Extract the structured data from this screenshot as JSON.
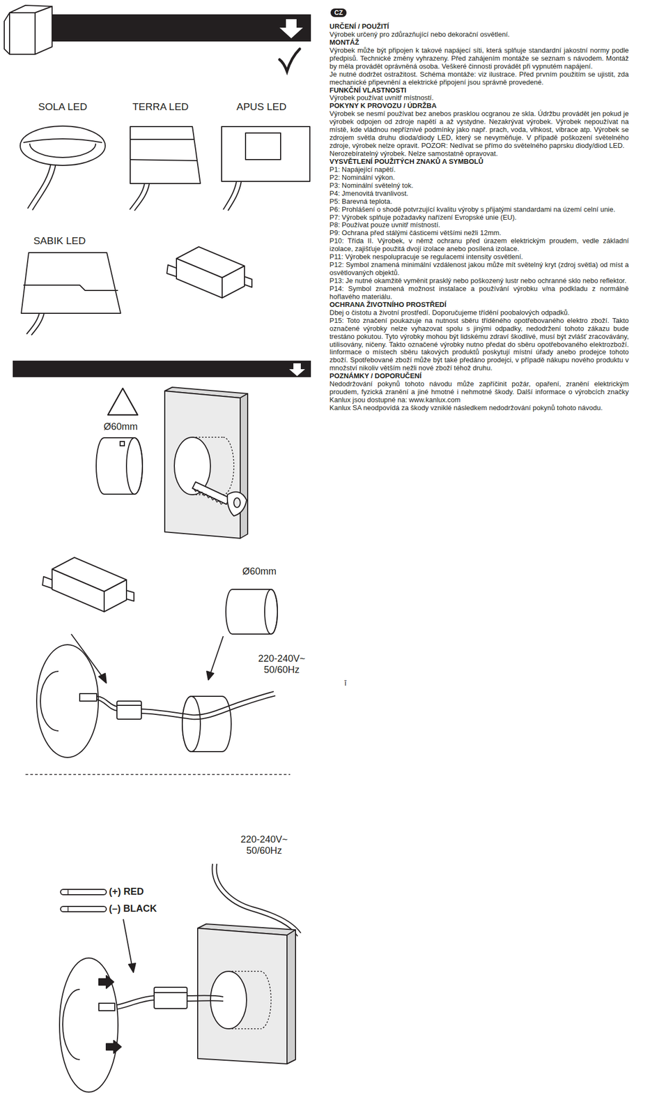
{
  "diagram": {
    "nodes": [
      {
        "text": [
          "CZ"
        ]
      },
      {
        "text": [
          "i"
        ]
      }
    ],
    "labels": [
      "SOLA LED",
      "TERRA LED",
      "APUS LED",
      "SABIK LED",
      "Ø60mm",
      "Ø60mm",
      "220-240V~ 50/60Hz",
      "ī",
      "220-240V~ 50/60Hz",
      "(+) RED",
      "(–) BLACK",
      "URČENÍ / POUŽITÍ",
      "Výrobek určený pro zdůrazňující nebo dekorační osvětlení.",
      "MONTÁŽ",
      "Výrobek může být připojen k takové napájecí síti, která splňuje standardní jakostní normy podle předpisů. Technické změny vyhrazeny. Před zahájením montáže se seznam s návodem. Montáž by měla provádět oprávněná osoba. Veškeré činnosti provádět při vypnutém napájení.",
      "Je nutné dodržet ostražitost. Schéma montáže: viz ilustrace. Před prvním použitím se ujistit, zda mechanické připevnění a elektrické připojení jsou správně provedené.",
      "FUNKČNÍ VLASTNOSTI",
      "Výrobek používat uvnitř místností.",
      "POKYNY K PROVOZU / ÚDRŽBA",
      "Výrobek se nesmí používat bez anebos prasklou ocgranou ze skla. Údržbu provádět jen pokud je výrobek odpojen od zdroje napětí a až vystydne. Nezakrývat výrobek. Výrobek nepoužívat na místě, kde vládnou nepříznivé podmínky jako např. prach, voda, vlhkost, vibrace atp. Výrobek se zdrojem světla druhu dioda/diody LED, který se nevyměňuje. V případě poškození světelného zdroje, výrobek nelze opravit. POZOR: Nedívat se přímo do světelného paprsku diody/diod LED.",
      "Nerozebíratelný výrobek. Nelze samostatně opravovat.",
      "VYSVĚTLENÍ POUŽITÝCH ZNAKŮ A SYMBOLŮ",
      "P1: Napájející napětí.",
      "P2: Nominální výkon.",
      "P3: Nominální světelný tok.",
      "P4: Jmenovitá trvanlivost.",
      "P5: Barevná teplota.",
      "P6: Prohlášení o shodě potvrzující kvalitu výroby s přijatými standardami na území celní unie.",
      "P7: Výrobek splňuje požadavky nařízení Evropské unie (EU).",
      "P8: Používat pouze uvnitř místností.",
      "P9: Ochrana před stálými částicemi většími nežli 12mm.",
      "P10: Třída II. Výrobek, v němž ochranu před úrazem elektrickým proudem, vedle základní izolace, zajišťuje použitá dvojí izolace anebo posílená izolace.",
      "P11: Výrobek nespolupracuje se regulacemi intensity osvětlení.",
      "P12: Symbol znamená minimální vzdálenost jakou může mít světelný kryt (zdroj světla) od míst a osvětlovaných objektů.",
      "P13: Je nutné okamžitě vyměnit prasklý nebo poškozený lustr nebo ochranné sklo nebo reflektor.",
      "P14: Symbol znamená možnost instalace a používání výrobku v/na podkladu z normálně hořlavého materiálu.",
      "OCHRANA ŽIVOTNÍHO PROSTŘEDÍ",
      "Dbej o čistotu a životní prostředí. Doporučujeme třídění poobalových odpadků.",
      "P15: Toto značení poukazuje na nutnost sběru tříděného opotřebovaného elektro zboží. Takto označené výrobky nelze vyhazovat spolu s jinými odpadky, nedodržení tohoto zákazu bude trestáno pokutou. Tyto výrobky mohou být lidskému zdraví škodlivé, musí být zvlášť zracovávány, utilisovány, ničeny. Takto označené výrobky nutno předat do sběru opotřebovaného elektrozboží. Iinformace o místech sběru takových produktů poskytují místní úřady anebo prodejce tohoto zboží. Spotřebované zboží může být také předáno prodejci, v případě nákupu nového produktu v množství nikoliv větším nežli nové zboží téhož druhu.",
      "POZNÁMKY / DOPORUČENÍ",
      "Nedodržování pokynů tohoto návodu může zapříčinit požár, opaření, zranění elektrickým proudem, fyzická zranění a jiné hmotné i nehmotné škody. Další informace o výrobcích značky Kanlux jsou dostupné na: www.kanlux.com",
      "Kanlux SA neodpovídá za škody vzniklé následkem nedodržování pokynů tohoto návodu."
    ]
  }
}
